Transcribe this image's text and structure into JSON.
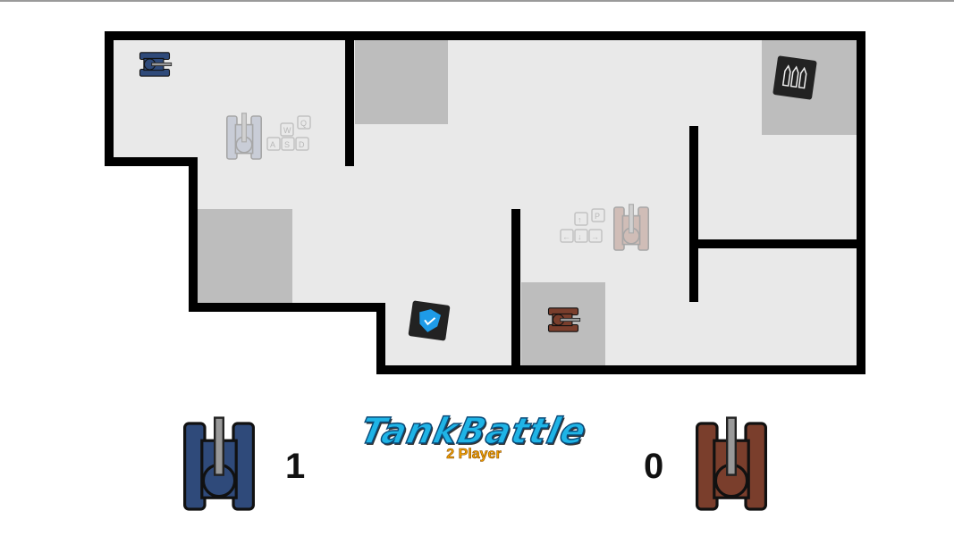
{
  "game": {
    "title": "TankBattle",
    "subtitle": "2 Player"
  },
  "players": [
    {
      "color": "blue",
      "hex": "#2f4a7a",
      "score": "1",
      "controls": [
        "W",
        "Q",
        "A",
        "S",
        "D"
      ]
    },
    {
      "color": "red",
      "hex": "#7a3e2c",
      "score": "0",
      "controls": [
        "↑",
        "P",
        "←",
        "↓",
        "→"
      ]
    }
  ],
  "powerups": [
    {
      "icon": "shield-icon",
      "accent": "#1e9be8"
    },
    {
      "icon": "ammo-icon"
    }
  ],
  "colors": {
    "floor": "#e9e9e9",
    "wall": "#000000",
    "shade": "#bdbdbd"
  }
}
